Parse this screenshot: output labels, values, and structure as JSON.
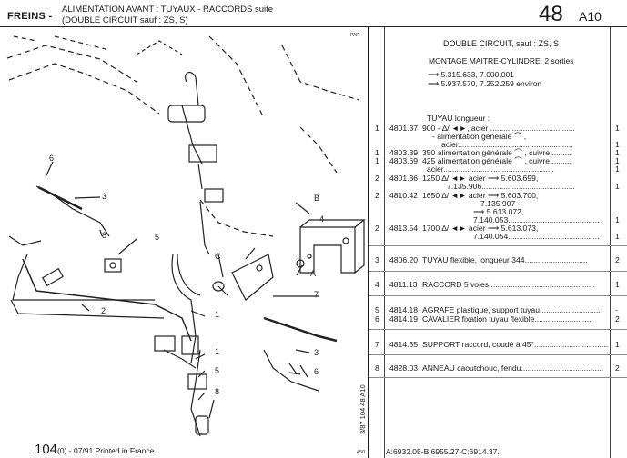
{
  "header": {
    "section": "FREINS -",
    "subtitle_line1": "ALIMENTATION AVANT : TUYAUX - RACCORDS suite",
    "subtitle_line2": "(DOUBLE CIRCUIT sauf : ZS, S)",
    "page_number": "48",
    "page_code": "A10"
  },
  "diagram": {
    "callouts": [
      "6",
      "3",
      "2",
      "8",
      "5",
      "1",
      "4",
      "B",
      "A",
      "C",
      "7",
      "1",
      "3",
      "6",
      "5",
      "8"
    ],
    "corner_mark": "PAR",
    "side_text": "3/87 104 48 A10",
    "bottom_mark": "450"
  },
  "intro": {
    "title": "DOUBLE CIRCUIT, sauf : ZS, S",
    "subtitle": "MONTAGE MAITRE-CYLINDRE, 2 sorties",
    "range1": "5.315.633, 7.000.001",
    "range2": "5.937.570, 7.252.259 environ"
  },
  "rows": [
    {
      "idx": "1",
      "ref": "",
      "text": "TUYAU longueur :",
      "qty": ""
    },
    {
      "idx": "",
      "ref": "4801.37",
      "text": "900 -  ∆/  ◄►, acier .......................................",
      "qty": "1"
    },
    {
      "idx": "",
      "ref": "",
      "text": "- alimentation générale ⌒ ,",
      "qty": ""
    },
    {
      "idx": "",
      "ref": "",
      "text": "acier.....................................................",
      "qty": "1"
    },
    {
      "idx": "1",
      "ref": "4803.39",
      "text": "350 alimentation générale ⌒ , cuivre..........",
      "qty": "1"
    },
    {
      "idx": "1",
      "ref": "4803.69",
      "text": "425 alimentation générale ⌒ , cuivre..........",
      "qty": "1"
    },
    {
      "idx": "",
      "ref": "",
      "text": "acier...................................................",
      "qty": "1"
    },
    {
      "idx": "2",
      "ref": "4801.36",
      "text": "1250  ∆/  ◄►  acier  ⟶  5.603.699,",
      "qty": ""
    },
    {
      "idx": "",
      "ref": "",
      "text": "7.135.906...........................................",
      "qty": "1"
    },
    {
      "idx": "2",
      "ref": "4810.42",
      "text": "1650  ∆/  ◄►  acier  ⟶  5.603.700,",
      "qty": ""
    },
    {
      "idx": "",
      "ref": "",
      "text": "7.135.907",
      "qty": ""
    },
    {
      "idx": "",
      "ref": "",
      "text": "⟶  5.613.072,",
      "qty": ""
    },
    {
      "idx": "",
      "ref": "",
      "text": "7.140.053..........................................",
      "qty": "1"
    },
    {
      "idx": "2",
      "ref": "4813.54",
      "text": "1700  ∆/  ◄►  acier  ⟶  5.613.073,",
      "qty": ""
    },
    {
      "idx": "",
      "ref": "",
      "text": "7.140.054..........................................",
      "qty": "1"
    },
    {
      "idx": "3",
      "ref": "4806.20",
      "text": "TUYAU flexible, longueur 344.............................",
      "qty": "2"
    },
    {
      "idx": "4",
      "ref": "4811.13",
      "text": "RACCORD 5 voies.................................................",
      "qty": "1"
    },
    {
      "idx": "5",
      "ref": "4814.18",
      "text": "AGRAFE plastique, support tuyau............................",
      "qty": "-"
    },
    {
      "idx": "6",
      "ref": "4814.19",
      "text": "CAVALIER fixation tuyau flexible...........................",
      "qty": "2"
    },
    {
      "idx": "7",
      "ref": "4814.35",
      "text": "SUPPORT raccord, coudé à 45°..................................",
      "qty": "1"
    },
    {
      "idx": "8",
      "ref": "4828.03",
      "text": "ANNEAU caoutchouc, fendu......................................",
      "qty": "2"
    }
  ],
  "footer": {
    "left_big": "104",
    "left_rest": "(0) - 07/91 Printed in France",
    "right": "A:6932.05-B:6955.27-C:6914.37."
  }
}
